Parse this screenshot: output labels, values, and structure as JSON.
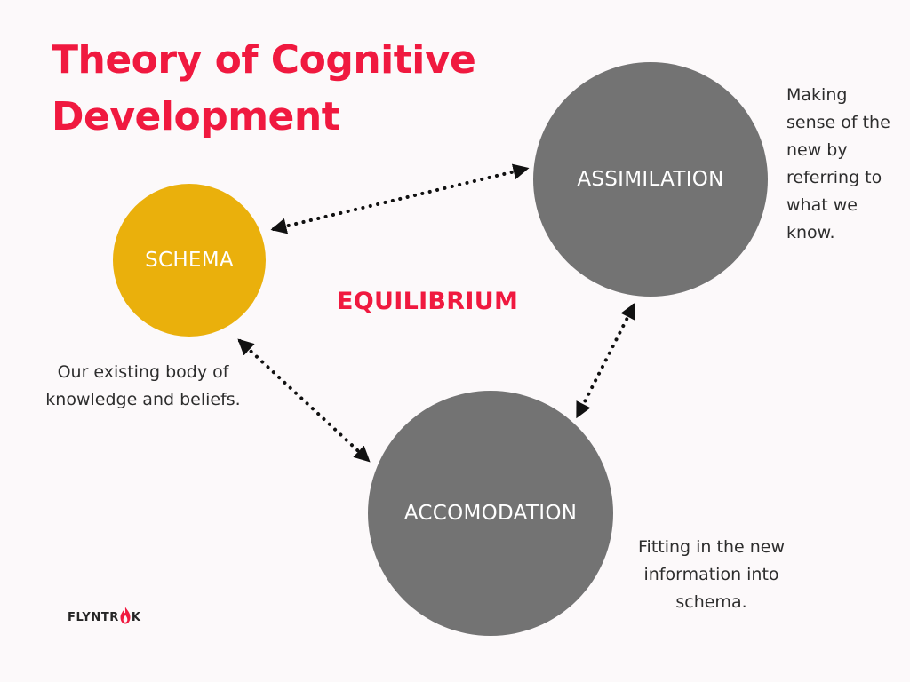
{
  "title_lines": [
    "Theory of Cognitive",
    "Development"
  ],
  "center_label": "EQUILIBRIUM",
  "nodes": {
    "schema": {
      "label": "SCHEMA",
      "color": "#eab00c"
    },
    "assimilation": {
      "label": "ASSIMILATION",
      "color": "#737373"
    },
    "accomodation": {
      "label": "ACCOMODATION",
      "color": "#737373"
    }
  },
  "descriptions": {
    "schema": [
      "Our existing body of",
      "knowledge and beliefs."
    ],
    "assimilation": [
      "Making",
      "sense of the",
      "new by",
      "referring to",
      "what we",
      "know."
    ],
    "accomodation": [
      "Fitting in the new",
      "information into",
      "schema."
    ]
  },
  "brand": {
    "prefix": "FLYNTR",
    "suffix": "K"
  },
  "colors": {
    "title": "#f0193f",
    "accent": "#f0193f",
    "schema": "#eab00c",
    "node_gray": "#737373",
    "background": "#fcf9fa",
    "text": "#2d2d2d",
    "connector": "#111111"
  },
  "icons": {
    "brand_logo": "flame-icon",
    "connector_ends": "arrowhead-icon"
  }
}
